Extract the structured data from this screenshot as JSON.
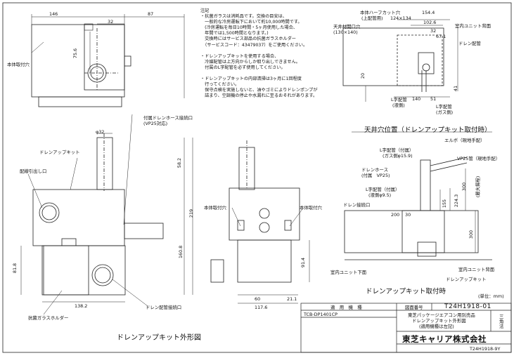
{
  "notes": {
    "heading": "注記",
    "lines": [
      "・抗菌ガラスは消耗品です。交換の目安は、",
      "　一般的な冷房運転下において約10,000時間です。",
      "　(冷房運転を毎日10時間・5ヶ月使用した場合、",
      "　年間では1,500時間となります。)",
      "　交換時にはサービス部品の抗菌ガラスホルダー",
      "　（サービスコード：43479037）をご使用ください。",
      "・ドレンアップキットを使用する場合、",
      "　冷媒配管は上方向からしか取り出しできません。",
      "　付属のL字配管を必ず使用してください。",
      "・ドレンアップキットの内部清掃は3ヶ月に1回程度",
      "　行ってください。",
      "　保守点検を実施しないと、油やゴミによりドレンポンプが",
      "　詰まり、空調機の停止や水漏れに至るおそれがあります。"
    ]
  },
  "top_view": {
    "labels": {
      "mount_hole": "本体取付穴",
      "hose_port": "付属ドレンホース接続口",
      "hose_port_sub": "(VP25対応)"
    },
    "dims": {
      "d146": "146",
      "d87": "87",
      "d32": "32",
      "d756": "75.6"
    }
  },
  "front_view": {
    "labels": {
      "kit": "ドレンアップキット",
      "wire_port": "配線引出し口",
      "holder": "抗菌ガラスホルダー",
      "drain_port": "ドレン配管接続口"
    },
    "dims": {
      "phi32": "φ32",
      "d582": "58.2",
      "d219": "219",
      "d1608": "160.8",
      "d818": "81.8",
      "d1382": "138.2"
    }
  },
  "side_view": {
    "labels": {
      "mount_hole_l": "本体取付穴",
      "mount_hole_r": "本体取付穴"
    },
    "dims": {
      "d60": "60",
      "d211": "21.1",
      "d1176": "117.6",
      "d914": "91.4"
    }
  },
  "ceiling_view": {
    "labels": {
      "half_cut": "本体ハーフカット穴",
      "upper_pipe": "(上配管用)",
      "half_cut_size": "124×134",
      "ceiling_hole": "天井材開口穴",
      "ceiling_hole_size": "(130×140)",
      "indoor_back": "室内ユニット背面",
      "drain_pipe": "ドレン配管",
      "l_liquid": "L字配管",
      "l_liquid_sub": "(液側)",
      "l_gas": "L字配管",
      "l_gas_sub": "(ガス側)"
    },
    "dims": {
      "d1544": "154.4",
      "d1026": "102.6",
      "d32": "32",
      "d671": "67.1",
      "d20": "20",
      "d41": "41",
      "d140": "140",
      "d51": "51"
    },
    "title": "天井穴位置（ドレンアップキット取付時）"
  },
  "install_view": {
    "labels": {
      "elbow": "エルボ（現地手配）",
      "l_gas": "L字配管（付属）",
      "l_gas_sub": "(ガス側φ15.9)",
      "vp25": "VP25管（現地手配）",
      "hose": "ドレンホース",
      "hose_sub": "(付属　VP25)",
      "l_liquid": "L字配管（付属）",
      "l_liquid_sub": "(液側φ9.5)",
      "drain_conn": "ドレン接続口",
      "indoor_bottom": "室内ユニット下面",
      "indoor_back": "室内ユニット背面",
      "kit": "ドレンアップキット",
      "unit": "(単位：mm)"
    },
    "dims": {
      "d300": "300",
      "d_max": "(最大揚程)",
      "d2243": "224.3",
      "d155": "155",
      "d30": "30",
      "d200": "200"
    },
    "title": "ドレンアップキット取付時"
  },
  "main_title": "ドレンアップキット外形図",
  "title_block": {
    "applicable_label": "適　用　機　種",
    "model": "TCB-DP1401CP",
    "drawing_no_label": "図面番号",
    "drawing_no": "T24H1918-01",
    "title_l1": "東芝パッケージエアコン用別売品",
    "title_l2": "ドレンアップキット外形図",
    "title_l3": "(適用機種は左記)",
    "angle": "三角法",
    "company": "東芝キャリア株式会社",
    "footer_no": "T24H1918-9Y"
  }
}
